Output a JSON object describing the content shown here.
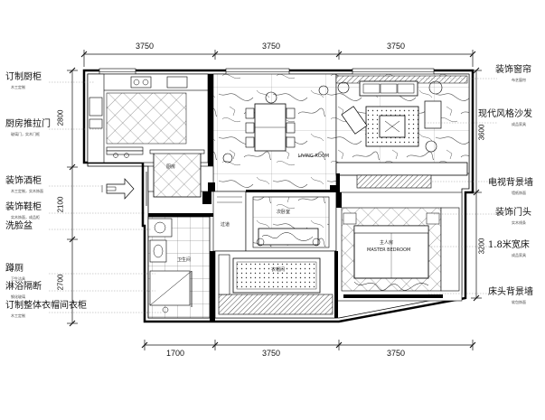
{
  "dimensions": {
    "top": [
      "3750",
      "3750",
      "3750"
    ],
    "bottom": [
      "1700",
      "3750",
      "3750"
    ],
    "left": [
      "2800",
      "2100",
      "2700"
    ],
    "right": [
      "3600",
      "3200"
    ]
  },
  "left_labels": [
    {
      "text": "订制厨柜",
      "sub": "木工定制"
    },
    {
      "text": "厨房推拉门",
      "sub": "玻璃门，实木门框"
    },
    {
      "text": "装饰酒柜",
      "sub": "木工定制，实木饰面"
    },
    {
      "text": "装饰鞋柜",
      "sub": "实木饰面，成品柜"
    },
    {
      "text": "洗脸盆",
      "sub": ""
    },
    {
      "text": "蹲厕",
      "sub": "卫生洁具"
    },
    {
      "text": "淋浴隔断",
      "sub": "钢化玻璃"
    },
    {
      "text": "订制整体衣帽间衣柜",
      "sub": "木工定制"
    }
  ],
  "right_labels": [
    {
      "text": "装饰窗帘",
      "sub": "布艺窗帘"
    },
    {
      "text": "现代风格沙发",
      "sub": "成品家具"
    },
    {
      "text": "电视背景墙",
      "sub": "墙纸饰面"
    },
    {
      "text": "装饰门头",
      "sub": "实木线条"
    },
    {
      "text": "1.8米宽床",
      "sub": "成品家具"
    },
    {
      "text": "床头背景墙",
      "sub": "软包饰面"
    }
  ],
  "rooms": {
    "kitchen": "厨房",
    "living": "LIVING ROOM",
    "bath": "卫生间",
    "corridor": "过道",
    "bedroom2": "次卧室",
    "cloakroom": "衣帽间",
    "master": "主人房",
    "master_en": "MASTER BEDROOM"
  },
  "colors": {
    "line": "#111111",
    "marble_vein": "#555555",
    "wall": "#000000"
  }
}
